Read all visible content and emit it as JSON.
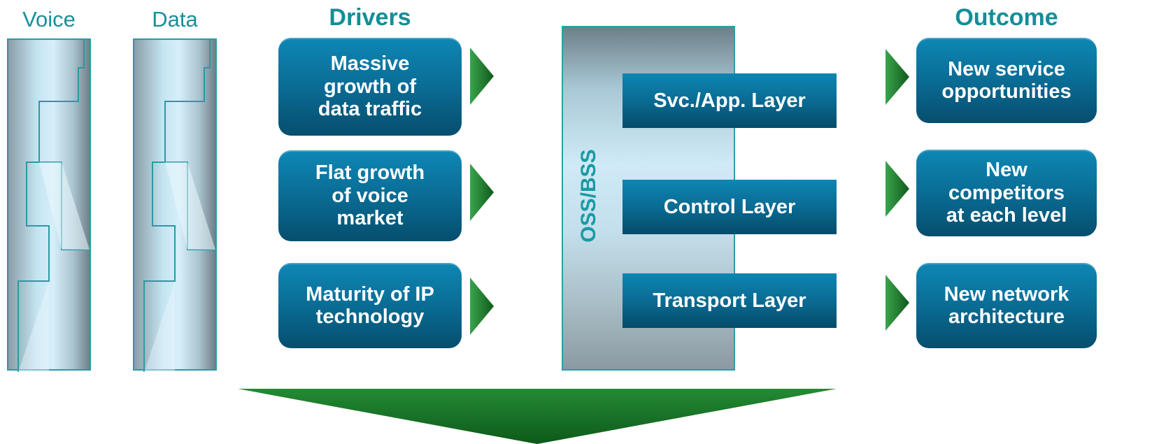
{
  "columns": {
    "voice_label": "Voice",
    "data_label": "Data"
  },
  "drivers": {
    "heading": "Drivers",
    "items": [
      {
        "line1": "Massive",
        "line2": "growth of",
        "line3": "data traffic"
      },
      {
        "line1": "Flat growth",
        "line2": "of voice",
        "line3": "market"
      },
      {
        "line1": "Maturity of IP",
        "line2": "technology"
      }
    ]
  },
  "stack": {
    "side_label": "OSS/BSS",
    "layers": [
      "Svc./App. Layer",
      "Control Layer",
      "Transport Layer"
    ]
  },
  "outcome": {
    "heading": "Outcome",
    "items": [
      {
        "line1": "New service",
        "line2": "opportunities"
      },
      {
        "line1": "New",
        "line2": "competitors",
        "line3": "at each level"
      },
      {
        "line1": "New network",
        "line2": "architecture"
      }
    ]
  },
  "colors": {
    "accent_teal": "#138e98",
    "box_blue": "#0a6f98",
    "arrow_green": "#1e7a2e"
  }
}
